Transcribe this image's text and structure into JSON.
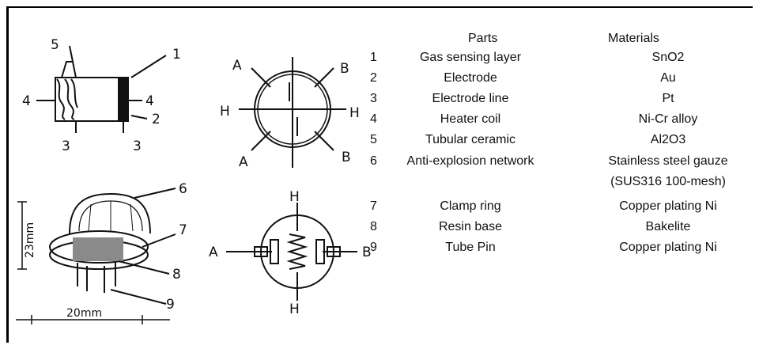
{
  "table": {
    "header_parts": "Parts",
    "header_materials": "Materials",
    "rows": [
      {
        "num": "1",
        "part": "Gas sensing layer",
        "material": "SnO2"
      },
      {
        "num": "2",
        "part": "Electrode",
        "material": "Au"
      },
      {
        "num": "3",
        "part": "Electrode line",
        "material": "Pt"
      },
      {
        "num": "4",
        "part": "Heater coil",
        "material": "Ni-Cr alloy"
      },
      {
        "num": "5",
        "part": "Tubular ceramic",
        "material": "Al2O3"
      },
      {
        "num": "6",
        "part": "Anti-explosion network",
        "material": "Stainless steel gauze"
      },
      {
        "num": "",
        "part": "",
        "material": "(SUS316 100-mesh)"
      },
      {
        "num": "7",
        "part": "Clamp  ring",
        "material": "Copper  plating Ni"
      },
      {
        "num": "8",
        "part": "Resin  base",
        "material": "Bakelite"
      },
      {
        "num": "9",
        "part": "Tube Pin",
        "material": "Copper plating Ni"
      }
    ]
  },
  "tube_labels": {
    "n1": "1",
    "n2": "2",
    "n3a": "3",
    "n3b": "3",
    "n4a": "4",
    "n4b": "4",
    "n5": "5"
  },
  "top_view_labels": {
    "a1": "A",
    "a2": "A",
    "b1": "B",
    "b2": "B",
    "h1": "H",
    "h2": "H"
  },
  "package_labels": {
    "n6": "6",
    "n7": "7",
    "n8": "8",
    "n9": "9",
    "height_dim": "23mm",
    "width_dim": "20mm"
  },
  "circuit_labels": {
    "a": "A",
    "b": "B",
    "h_top": "H",
    "h_bottom": "H"
  }
}
